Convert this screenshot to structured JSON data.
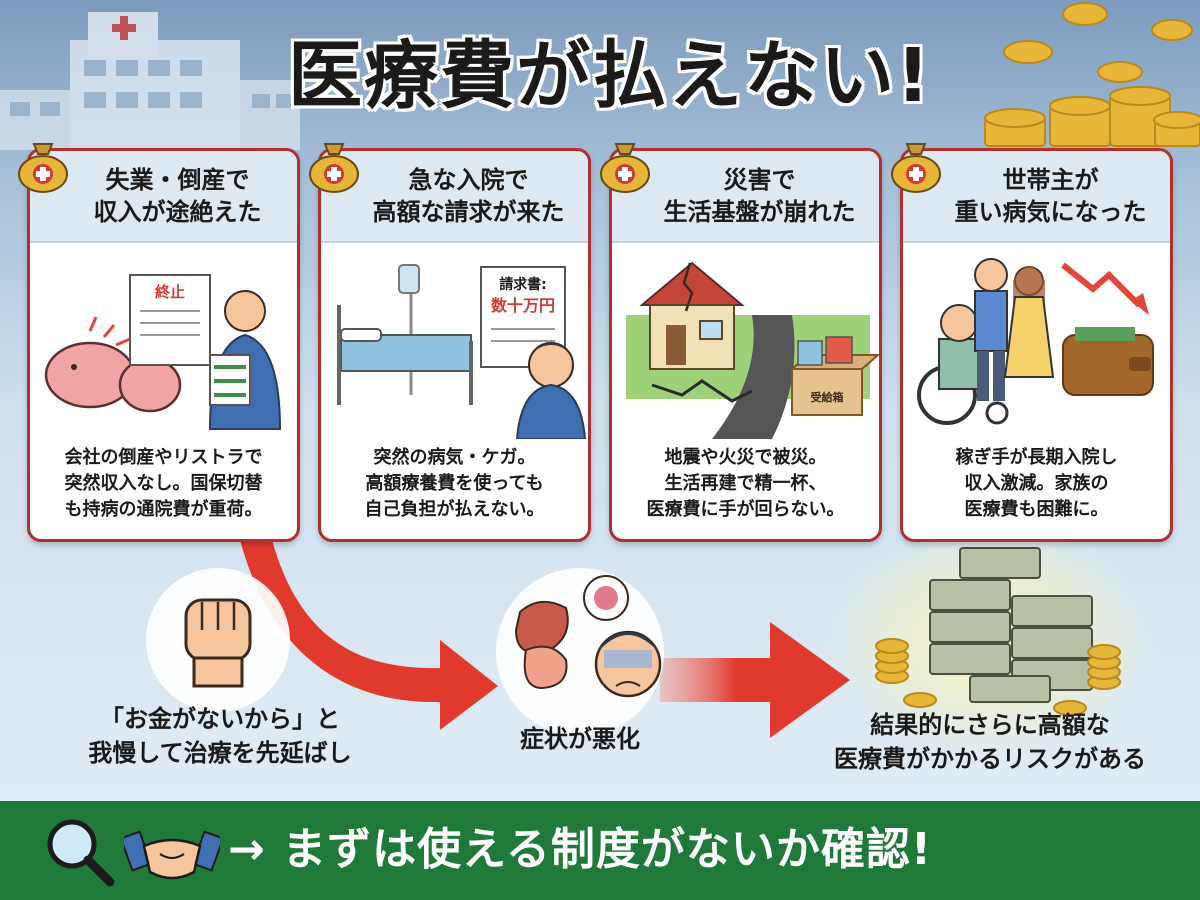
{
  "title": "医療費が払えない!",
  "cards": [
    {
      "heading": "失業・倒産で\n収入が途絶えた",
      "body": "会社の倒産やリストラで\n突然収入なし。国保切替\nも持病の通院費が重荷。",
      "illus_doc_label": "終止",
      "icon": "piggy-bank-broken-icon"
    },
    {
      "heading": "急な入院で\n高額な請求が来た",
      "body": "突然の病気・ケガ。\n高額療養費を使っても\n自己負担が払えない。",
      "illus_doc_label": "請求書:",
      "illus_doc_amount": "数十万円",
      "icon": "hospital-bed-icon"
    },
    {
      "heading": "災害で\n生活基盤が崩れた",
      "body": "地震や火災で被災。\n生活再建で精一杯、\n医療費に手が回らない。",
      "illus_box_label": "受給箱",
      "icon": "damaged-house-icon"
    },
    {
      "heading": "世帯主が\n重い病気になった",
      "body": "稼ぎ手が長期入院し\n収入激減。家族の\n医療費も困難に。",
      "icon": "wheelchair-family-icon"
    }
  ],
  "flow": {
    "step1": "「お金がないから」と\n我慢して治療を先延ばし",
    "step2": "症状が悪化",
    "step3": "結果的にさらに高額な\n医療費がかかるリスクがある"
  },
  "banner": {
    "text": "→ まずは使える制度がないか確認!"
  },
  "colors": {
    "card_border": "#b0302f",
    "banner_green": "#1f7a3a",
    "arrow_red": "#e03a2f"
  }
}
